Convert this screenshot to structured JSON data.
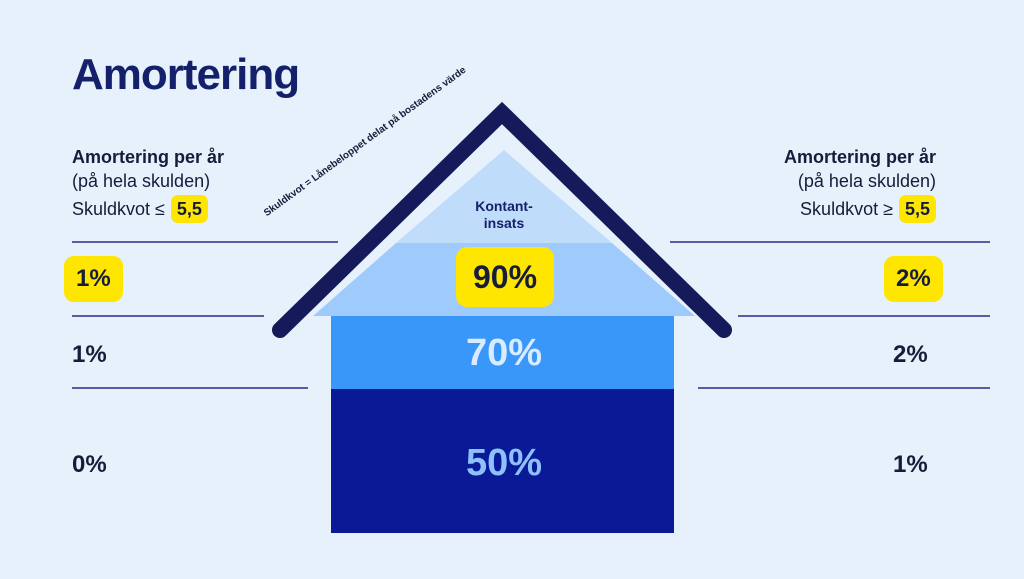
{
  "title": "Amortering",
  "diagonal_note": "Skuldkvot = Lånebeloppet delat på bostadens värde",
  "left": {
    "header_bold": "Amortering per år",
    "header_sub": "(på hela skulden)",
    "skuldkvot_label": "Skuldkvot ≤",
    "skuldkvot_value": "5,5",
    "rates": [
      "1%",
      "1%",
      "0%"
    ]
  },
  "right": {
    "header_bold": "Amortering per år",
    "header_sub": "(på hela skulden)",
    "skuldkvot_label": "Skuldkvot ≥",
    "skuldkvot_value": "5,5",
    "rates": [
      "2%",
      "2%",
      "1%"
    ]
  },
  "house": {
    "roof_label": "Kontant-\ninsats",
    "levels": [
      "90%",
      "70%",
      "50%"
    ]
  },
  "colors": {
    "background": "#e6f1fc",
    "title": "#15206b",
    "roof_outline": "#141a5a",
    "roof_light": "#bfdcfb",
    "roof_mid": "#9ecbfb",
    "band_70": "#3897f8",
    "band_50": "#0a1a96",
    "highlight": "#ffe600",
    "divider": "#5a5aa6"
  }
}
